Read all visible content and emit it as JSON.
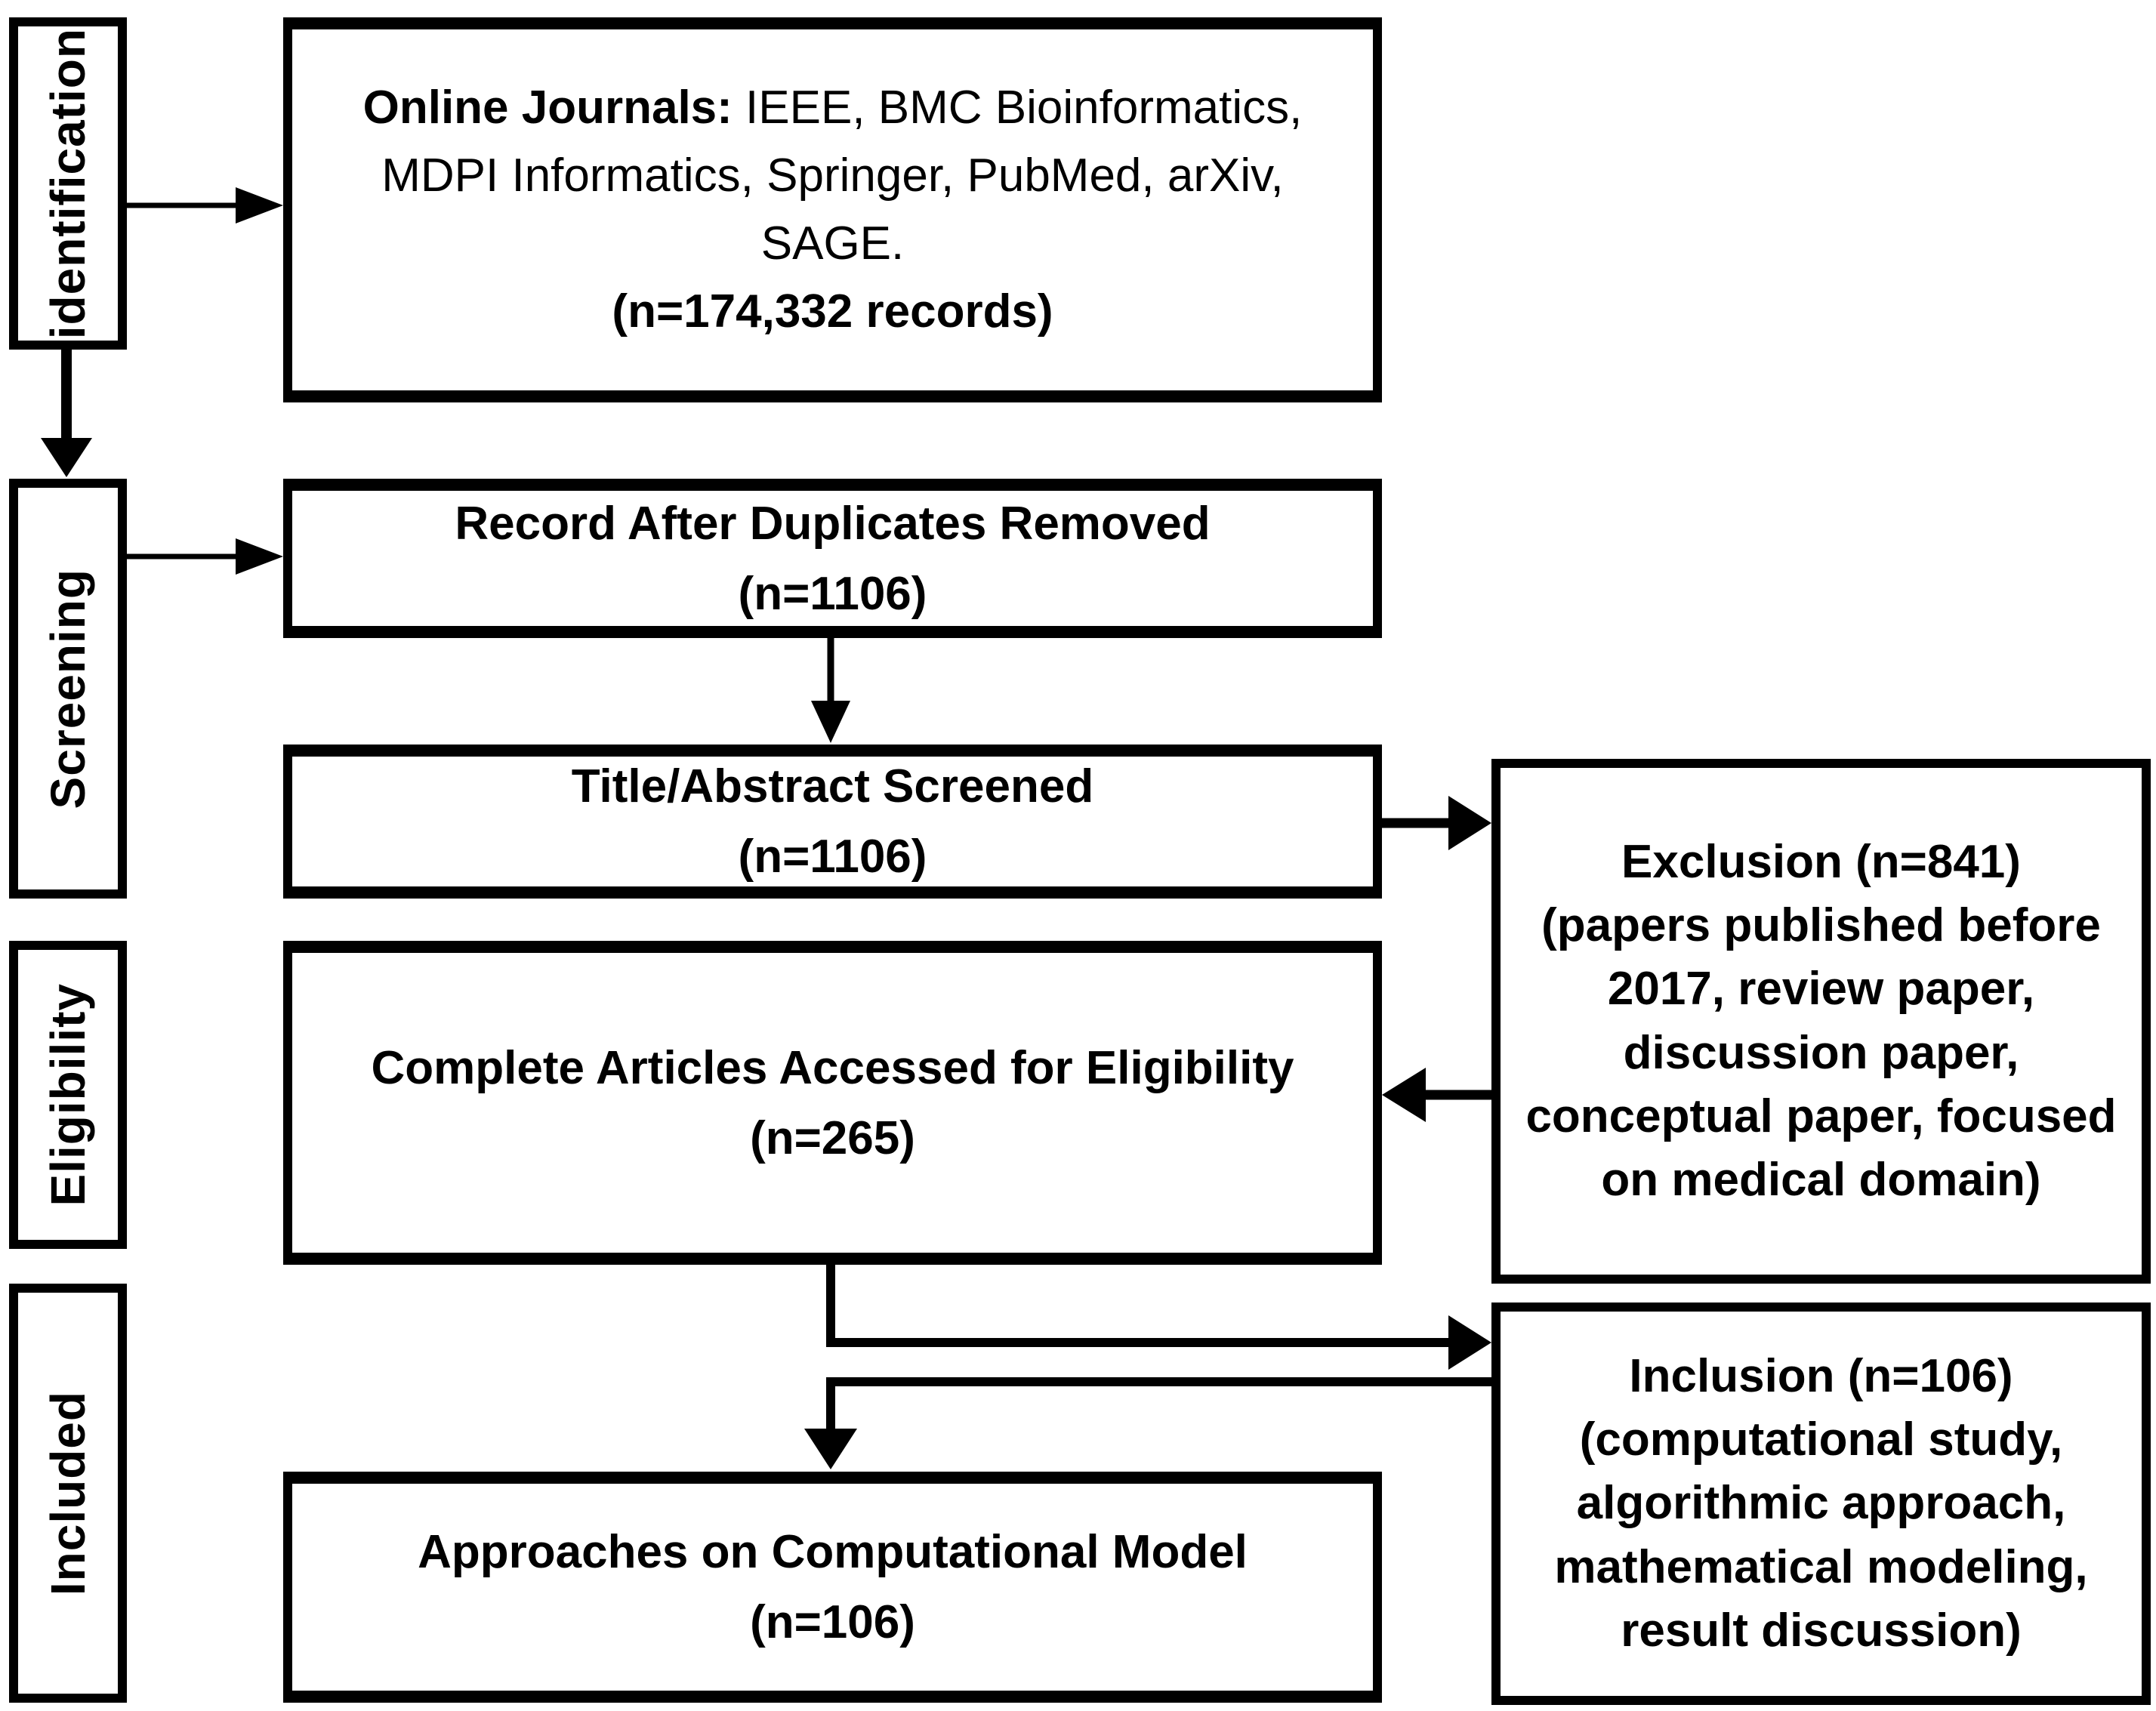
{
  "stages": [
    {
      "label": "identification"
    },
    {
      "label": "Screening"
    },
    {
      "label": "Eligibility"
    },
    {
      "label": "Included"
    }
  ],
  "boxes": {
    "journals": {
      "prefix": "Online Journals:",
      "list": " IEEE, BMC Bioinformatics, MDPI Informatics, Springer, PubMed, arXiv, SAGE.",
      "count": "(n=174,332 records)"
    },
    "duplicates": {
      "title": "Record After Duplicates Removed",
      "count": "(n=1106)"
    },
    "screened": {
      "title": "Title/Abstract Screened",
      "count": "(n=1106)"
    },
    "eligibility": {
      "title": "Complete Articles Accessed for Eligibility",
      "count": "(n=265)"
    },
    "approaches": {
      "title": "Approaches on Computational Model",
      "count": "(n=106)"
    },
    "exclusion": {
      "title": "Exclusion (n=841)",
      "detail": "(papers published before 2017, review paper, discussion paper, conceptual paper, focused on medical domain)"
    },
    "inclusion": {
      "title": "Inclusion (n=106)",
      "detail": "(computational study, algorithmic approach, mathematical modeling, result discussion)"
    }
  },
  "colors": {
    "line": "#000000",
    "background": "#ffffff"
  }
}
